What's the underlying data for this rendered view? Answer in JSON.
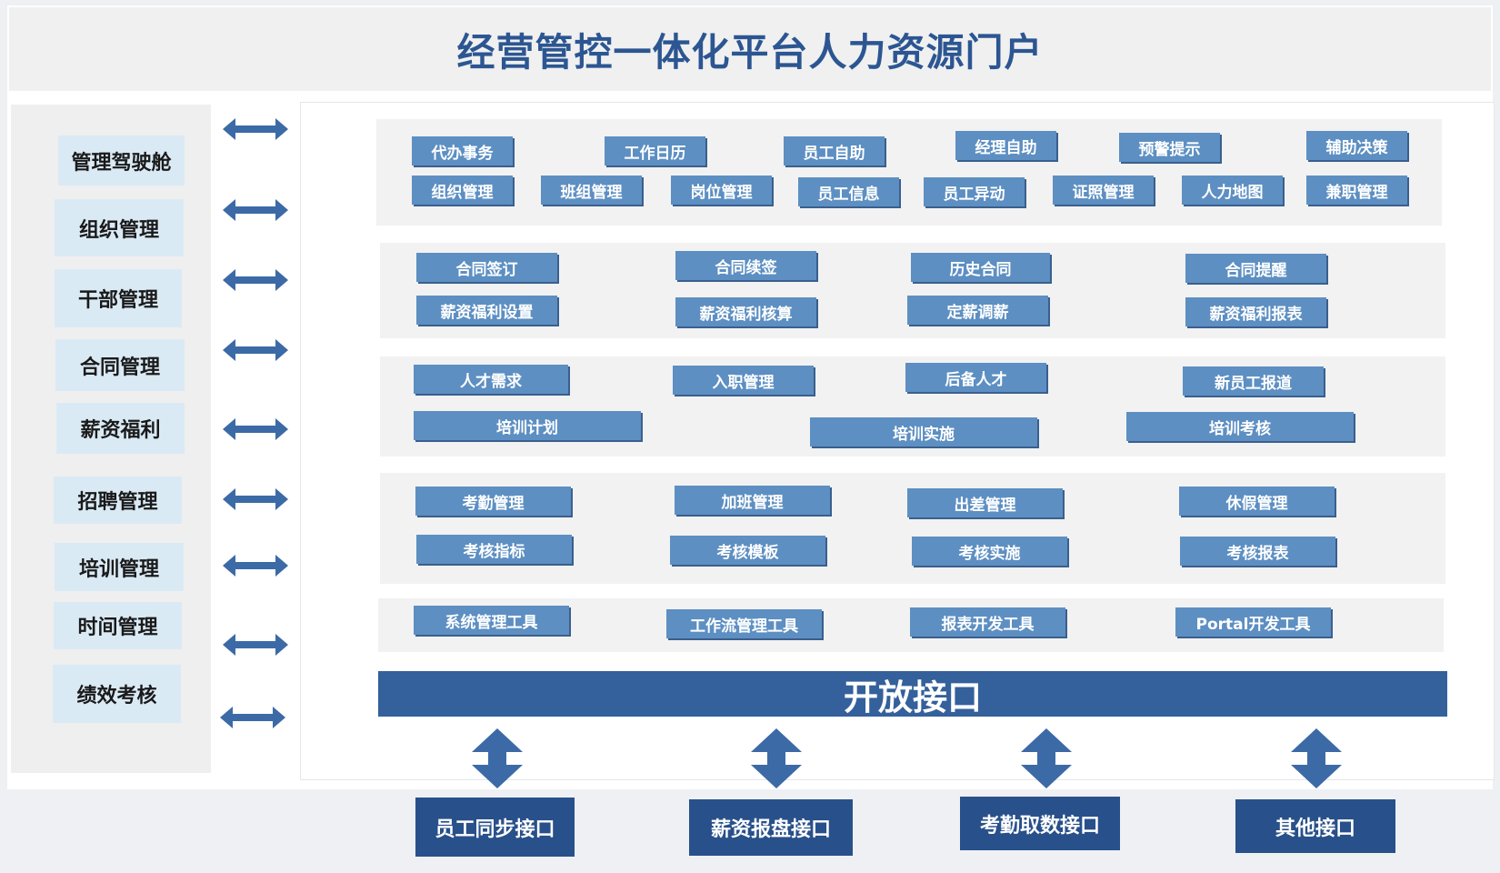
{
  "title": "经营管控一体化平台人力资源门户",
  "sidebar": {
    "items": [
      {
        "label": "管理驾驶舱"
      },
      {
        "label": "组织管理"
      },
      {
        "label": "干部管理"
      },
      {
        "label": "合同管理"
      },
      {
        "label": "薪资福利"
      },
      {
        "label": "招聘管理"
      },
      {
        "label": "培训管理"
      },
      {
        "label": "时间管理"
      },
      {
        "label": "绩效考核"
      }
    ]
  },
  "modules": {
    "row1": [
      "代办事务",
      "工作日历",
      "员工自助",
      "经理自助",
      "预警提示",
      "辅助决策"
    ],
    "row1b": [
      "组织管理",
      "班组管理",
      "岗位管理",
      "员工信息",
      "员工异动",
      "证照管理",
      "人力地图",
      "兼职管理"
    ],
    "row2": [
      "合同签订",
      "合同续签",
      "历史合同",
      "合同提醒"
    ],
    "row2b": [
      "薪资福利设置",
      "薪资福利核算",
      "定薪调薪",
      "薪资福利报表"
    ],
    "row3": [
      "人才需求",
      "入职管理",
      "后备人才",
      "新员工报道"
    ],
    "row3b": [
      "培训计划",
      "培训实施",
      "培训考核"
    ],
    "row4": [
      "考勤管理",
      "加班管理",
      "出差管理",
      "休假管理"
    ],
    "row4b": [
      "考核指标",
      "考核模板",
      "考核实施",
      "考核报表"
    ],
    "row5": [
      "系统管理工具",
      "工作流管理工具",
      "报表开发工具",
      "Portal开发工具"
    ]
  },
  "open_interface": "开放接口",
  "interfaces": [
    "员工同步接口",
    "薪资报盘接口",
    "考勤取数接口",
    "其他接口"
  ],
  "colors": {
    "title": "#2c5692",
    "module": "#5d8fc2",
    "open_bar": "#34609b",
    "interface": "#28508a",
    "nav_item": "#daeaf5",
    "arrow": "#3c6aa6"
  }
}
